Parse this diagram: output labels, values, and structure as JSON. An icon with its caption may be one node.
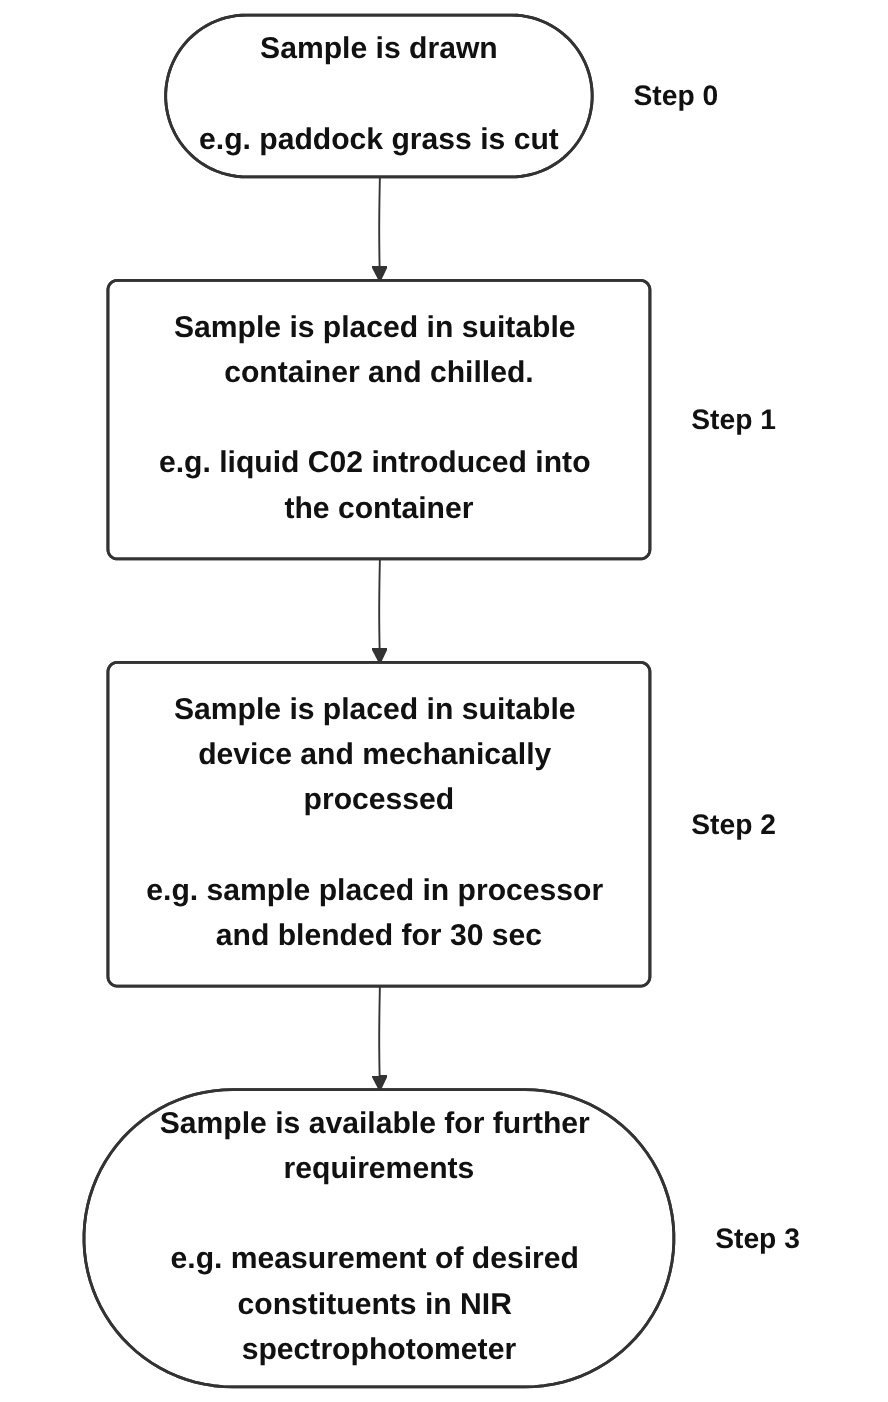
{
  "diagram": {
    "nodes": [
      {
        "text": [
          "Sample is drawn",
          "e.g. paddock grass is cut"
        ],
        "beside": [
          "Step 0"
        ]
      },
      {
        "text": [
          "Sample is placed in suitable container and chilled.",
          "e.g. liquid C02 introduced into the container"
        ],
        "beside": [
          "Step 1"
        ]
      },
      {
        "text": [
          "Sample is placed in suitable device and mechanically processed",
          "e.g. sample placed in processor and blended for 30 sec"
        ],
        "beside": [
          "Step 2"
        ]
      },
      {
        "text": [
          "Sample is available for further requirements",
          "e.g. measurement of desired constituents in NIR spectrophotometer"
        ],
        "beside": [
          "Step 3"
        ]
      }
    ],
    "edges": [
      {
        "from": 0,
        "to": 1,
        "arrow": "to"
      },
      {
        "from": 1,
        "to": 2,
        "arrow": "to"
      },
      {
        "from": 2,
        "to": 3,
        "arrow": "to"
      }
    ]
  }
}
